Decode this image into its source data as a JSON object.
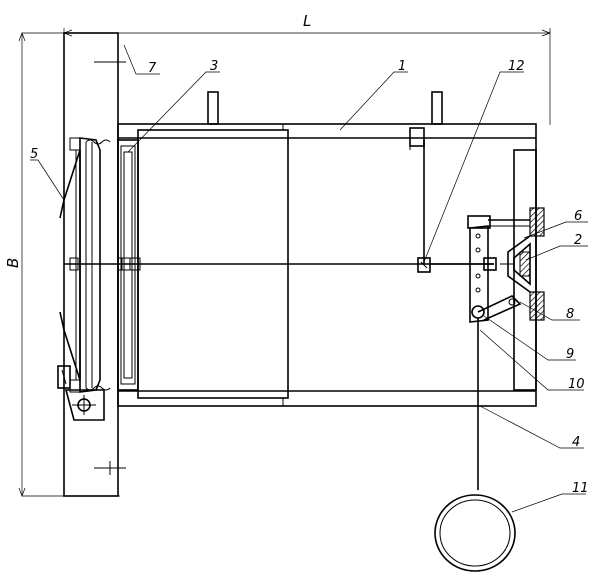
{
  "dimensions": {
    "length_label": "L",
    "height_label": "B"
  },
  "callouts": [
    {
      "id": "c1",
      "text": "1"
    },
    {
      "id": "c2",
      "text": "2"
    },
    {
      "id": "c3",
      "text": "3"
    },
    {
      "id": "c4",
      "text": "4"
    },
    {
      "id": "c5",
      "text": "5"
    },
    {
      "id": "c6",
      "text": "6"
    },
    {
      "id": "c7",
      "text": "7"
    },
    {
      "id": "c8",
      "text": "8"
    },
    {
      "id": "c9",
      "text": "9"
    },
    {
      "id": "c10",
      "text": "10"
    },
    {
      "id": "c11",
      "text": "11"
    },
    {
      "id": "c12",
      "text": "12"
    }
  ]
}
